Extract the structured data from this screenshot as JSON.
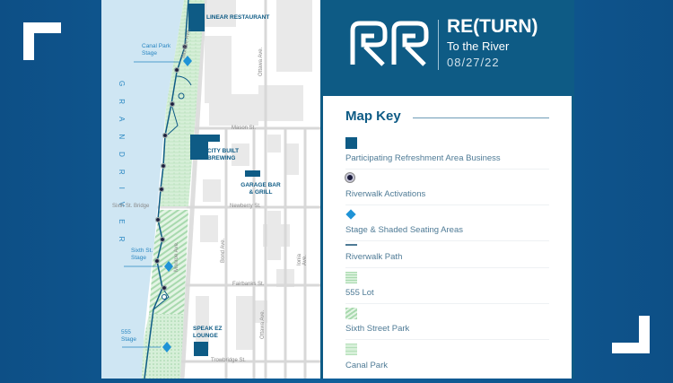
{
  "header": {
    "logo_text": "RR",
    "title": "RE(TURN)",
    "subtitle": "To the River",
    "date": "08/27/22"
  },
  "key": {
    "title": "Map Key",
    "items": [
      {
        "label": "Participating Refreshment Area Business",
        "icon": "dark-square"
      },
      {
        "label": "Riverwalk Activations",
        "icon": "ringed-dot"
      },
      {
        "label": "Stage & Shaded Seating Areas",
        "icon": "blue-diamond"
      },
      {
        "label": "Riverwalk Path",
        "icon": "line"
      },
      {
        "label": "555 Lot",
        "icon": "green-dots-pattern"
      },
      {
        "label": "Sixth Street Park",
        "icon": "green-stripes-pattern"
      },
      {
        "label": "Canal Park",
        "icon": "green-brick-pattern"
      }
    ]
  },
  "map": {
    "river_label": "G R A N D   R I V E R",
    "businesses": [
      "LINEAR RESTAURANT",
      "CITY BUILT BREWING",
      "GARAGE BAR & GRILL",
      "SPEAK EZ LOUNGE"
    ],
    "stages": [
      "Canal Park Stage",
      "Sixth St. Stage",
      "555 Stage"
    ],
    "streets": {
      "monroe": "Monroe Ave.",
      "ottawa": "Ottawa Ave.",
      "mason": "Mason St.",
      "newberry": "Newberry St.",
      "bridge": "Sixth St. Bridge",
      "bond": "Bond Ave.",
      "ionia": "Ionia Ave.",
      "fairbanks": "Fairbanks St.",
      "trowbridge": "Trowbridge St."
    }
  },
  "colors": {
    "business": "#0e5b85",
    "activation": "#1c1c3c",
    "stage": "#1f93d6",
    "river": "#cfe6f3",
    "park": "#cdebd0",
    "background": "#11609a"
  }
}
